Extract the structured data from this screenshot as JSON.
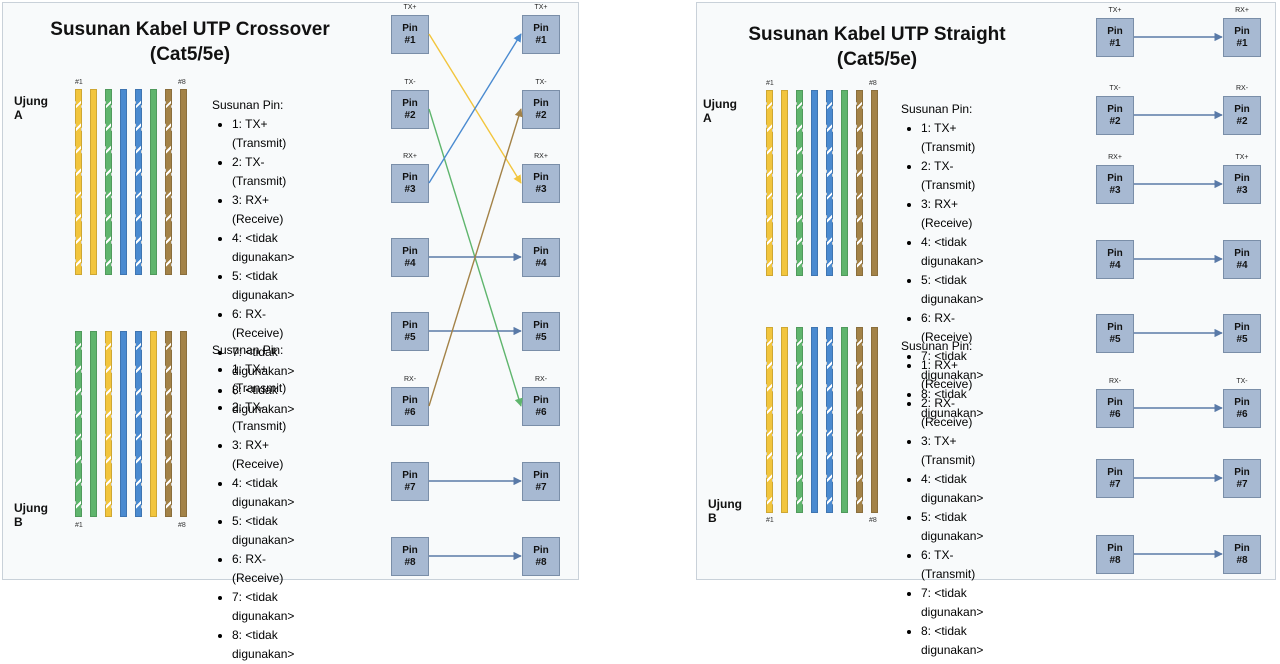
{
  "wire_colors": {
    "orange": "#f2c53d",
    "green": "#5fb56d",
    "blue": "#4a8ad0",
    "brown": "#a38247"
  },
  "pin_colors": {
    "box": "#a7b9d2",
    "pin1": "#f2c53d",
    "pin2": "#5fb56d",
    "pin3": "#4a8ad0",
    "pin6": "#a38247",
    "plain": "#5a7aa8"
  },
  "wire_index_labels": {
    "first": "#1",
    "last": "#8"
  },
  "pin_word": "Pin",
  "pin_numbers": [
    "#1",
    "#2",
    "#3",
    "#4",
    "#5",
    "#6",
    "#7",
    "#8"
  ],
  "crossover": {
    "title_line1": "Susunan Kabel UTP Crossover",
    "title_line2": "(Cat5/5e)",
    "end_a": "Ujung A",
    "end_b": "Ujung B",
    "wires_a": [
      {
        "color": "orange",
        "striped": true
      },
      {
        "color": "orange",
        "striped": false
      },
      {
        "color": "green",
        "striped": true
      },
      {
        "color": "blue",
        "striped": false
      },
      {
        "color": "blue",
        "striped": true
      },
      {
        "color": "green",
        "striped": false
      },
      {
        "color": "brown",
        "striped": true
      },
      {
        "color": "brown",
        "striped": false
      }
    ],
    "wires_b": [
      {
        "color": "green",
        "striped": true
      },
      {
        "color": "green",
        "striped": false
      },
      {
        "color": "orange",
        "striped": true
      },
      {
        "color": "blue",
        "striped": false
      },
      {
        "color": "blue",
        "striped": true
      },
      {
        "color": "orange",
        "striped": false
      },
      {
        "color": "brown",
        "striped": true
      },
      {
        "color": "brown",
        "striped": false
      }
    ],
    "legend_a": {
      "heading": "Susunan Pin:",
      "items": [
        "1: TX+ (Transmit)",
        "2: TX- (Transmit)",
        "3: RX+ (Receive)",
        "4: <tidak digunakan>",
        "5: <tidak digunakan>",
        "6: RX- (Receive)",
        "7: <tidak digunakan>",
        "8: <tidak digunakan>"
      ]
    },
    "legend_b": {
      "heading": "Susunan Pin:",
      "items": [
        "1: TX+ (Transmit)",
        "2: TX- (Transmit)",
        "3: RX+ (Receive)",
        "4: <tidak digunakan>",
        "5: <tidak digunakan>",
        "6: RX- (Receive)",
        "7: <tidak digunakan>",
        "8: <tidak digunakan>"
      ]
    },
    "signals_left": [
      "TX+",
      "TX-",
      "RX+",
      "",
      "",
      "RX-",
      "",
      ""
    ],
    "signals_right": [
      "TX+",
      "TX-",
      "RX+",
      "",
      "",
      "RX-",
      "",
      ""
    ],
    "mapping": [
      3,
      6,
      1,
      4,
      5,
      2,
      7,
      8
    ]
  },
  "straight": {
    "title_line1": "Susunan Kabel UTP Straight",
    "title_line2": "(Cat5/5e)",
    "end_a": "Ujung A",
    "end_b": "Ujung B",
    "wires_a": [
      {
        "color": "orange",
        "striped": true
      },
      {
        "color": "orange",
        "striped": false
      },
      {
        "color": "green",
        "striped": true
      },
      {
        "color": "blue",
        "striped": false
      },
      {
        "color": "blue",
        "striped": true
      },
      {
        "color": "green",
        "striped": false
      },
      {
        "color": "brown",
        "striped": true
      },
      {
        "color": "brown",
        "striped": false
      }
    ],
    "wires_b": [
      {
        "color": "orange",
        "striped": true
      },
      {
        "color": "orange",
        "striped": false
      },
      {
        "color": "green",
        "striped": true
      },
      {
        "color": "blue",
        "striped": false
      },
      {
        "color": "blue",
        "striped": true
      },
      {
        "color": "green",
        "striped": false
      },
      {
        "color": "brown",
        "striped": true
      },
      {
        "color": "brown",
        "striped": false
      }
    ],
    "legend_a": {
      "heading": "Susunan Pin:",
      "items": [
        "1: TX+ (Transmit)",
        "2: TX- (Transmit)",
        "3: RX+ (Receive)",
        "4: <tidak digunakan>",
        "5: <tidak digunakan>",
        "6: RX- (Receive)",
        "7: <tidak digunakan>",
        "8: <tidak digunakan>"
      ]
    },
    "legend_b": {
      "heading": "Susunan Pin:",
      "items": [
        "1: RX+ (Receive)",
        "2: RX- (Receive)",
        "3: TX+ (Transmit)",
        "4: <tidak digunakan>",
        "5: <tidak digunakan>",
        "6: TX- (Transmit)",
        "7: <tidak digunakan>",
        "8: <tidak digunakan>"
      ]
    },
    "signals_left": [
      "TX+",
      "TX-",
      "RX+",
      "",
      "",
      "RX-",
      "",
      ""
    ],
    "signals_right": [
      "RX+",
      "RX-",
      "TX+",
      "",
      "",
      "TX-",
      "",
      ""
    ],
    "mapping": [
      1,
      2,
      3,
      4,
      5,
      6,
      7,
      8
    ]
  }
}
